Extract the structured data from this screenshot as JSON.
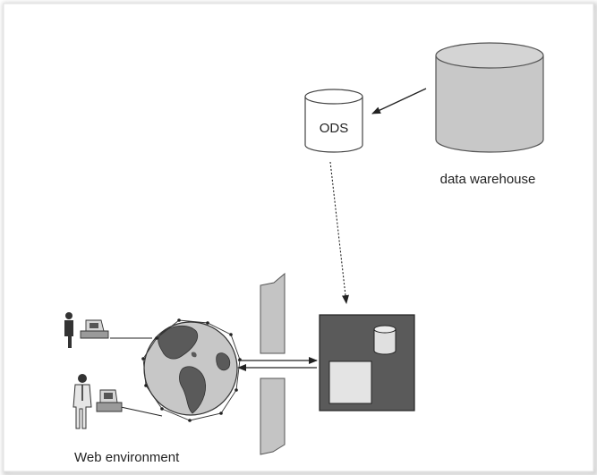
{
  "diagram": {
    "nodes": {
      "ods": {
        "label": "ODS"
      },
      "data_warehouse": {
        "label": "data warehouse"
      },
      "web_environment": {
        "label": "Web environment"
      }
    }
  },
  "colors": {
    "background": "#ffffff",
    "frame_shadow": "#cfcfcf",
    "cylinder_fill": "#c8c8c8",
    "server_box_fill": "#5a5a5a",
    "firewall_fill": "#c4c4c4",
    "globe_ocean": "#c7c7c7",
    "globe_land": "#5a5a5a",
    "line": "#222222"
  }
}
